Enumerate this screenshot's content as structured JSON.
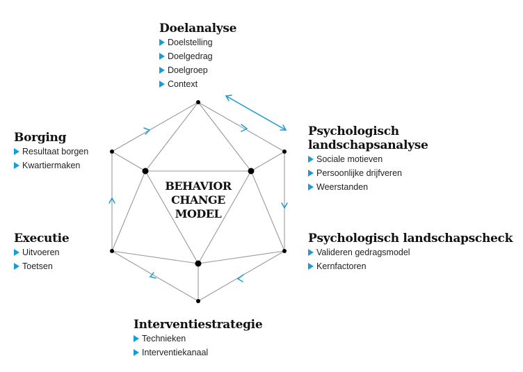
{
  "center_label": [
    "BEHAVIOR",
    "CHANGE",
    "MODEL"
  ],
  "colors": {
    "accent": "#1a9ad6",
    "line": "#999999",
    "node": "#000000"
  },
  "stages": [
    {
      "title": [
        "Doelanalyse"
      ],
      "items": [
        "Doelstelling",
        "Doelgedrag",
        "Doelgroep",
        "Context"
      ]
    },
    {
      "title": [
        "Psychologisch",
        "landschapsanalyse"
      ],
      "items": [
        "Sociale motieven",
        "Persoonlijke drijfveren",
        "Weerstanden"
      ]
    },
    {
      "title": [
        "Psychologisch landschapscheck"
      ],
      "items": [
        "Valideren gedragsmodel",
        "Kernfactoren"
      ]
    },
    {
      "title": [
        "Interventiestrategie"
      ],
      "items": [
        "Technieken",
        "Interventiekanaal"
      ]
    },
    {
      "title": [
        "Executie"
      ],
      "items": [
        "Uitvoeren",
        "Toetsen"
      ]
    },
    {
      "title": [
        "Borging"
      ],
      "items": [
        "Resultaat borgen",
        "Kwartiermaken"
      ]
    }
  ]
}
